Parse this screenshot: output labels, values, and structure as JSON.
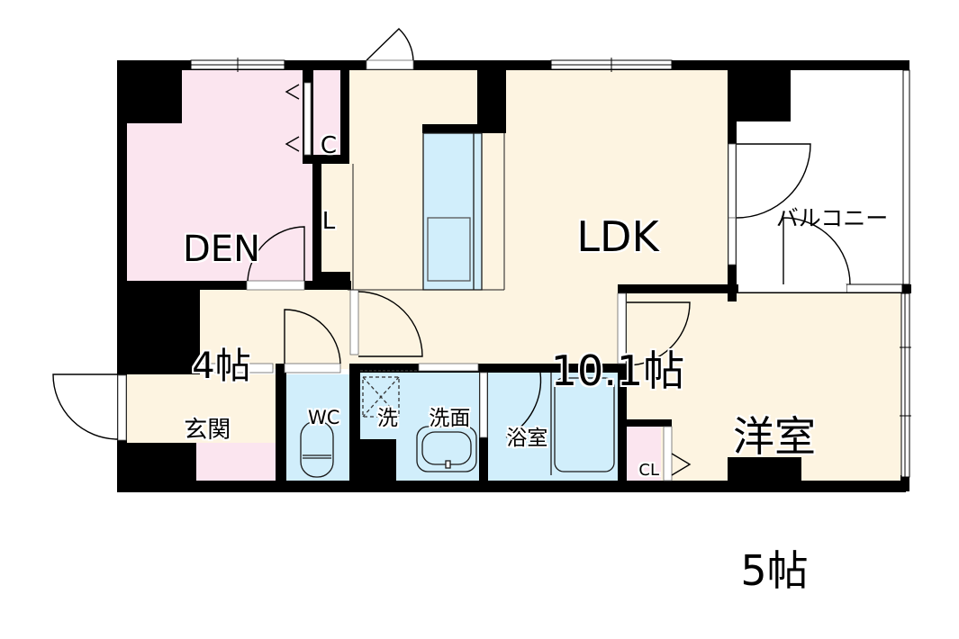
{
  "plan": {
    "colors": {
      "wall": "#000000",
      "pink_room": "#fbe5ef",
      "cream_room": "#fdf4e1",
      "blue_room": "#d1eefb",
      "balcony": "#ffffff",
      "fixture_line": "#1a1a1a"
    },
    "rooms": {
      "den": {
        "name": "DEN",
        "size": "4帖"
      },
      "den_closet": {
        "line1": "C",
        "line2": "L"
      },
      "ldk": {
        "name": "LDK",
        "size": "10.1帖"
      },
      "balcony": {
        "name": "バルコニー"
      },
      "western": {
        "name": "洋室",
        "size": "5帖"
      },
      "western_closet": {
        "name": "CL"
      },
      "entrance": {
        "name": "玄関"
      },
      "wc": {
        "name": "WC"
      },
      "washer_space": {
        "name": "洗"
      },
      "washroom": {
        "name": "洗面"
      },
      "bathroom": {
        "name": "浴室"
      }
    }
  }
}
